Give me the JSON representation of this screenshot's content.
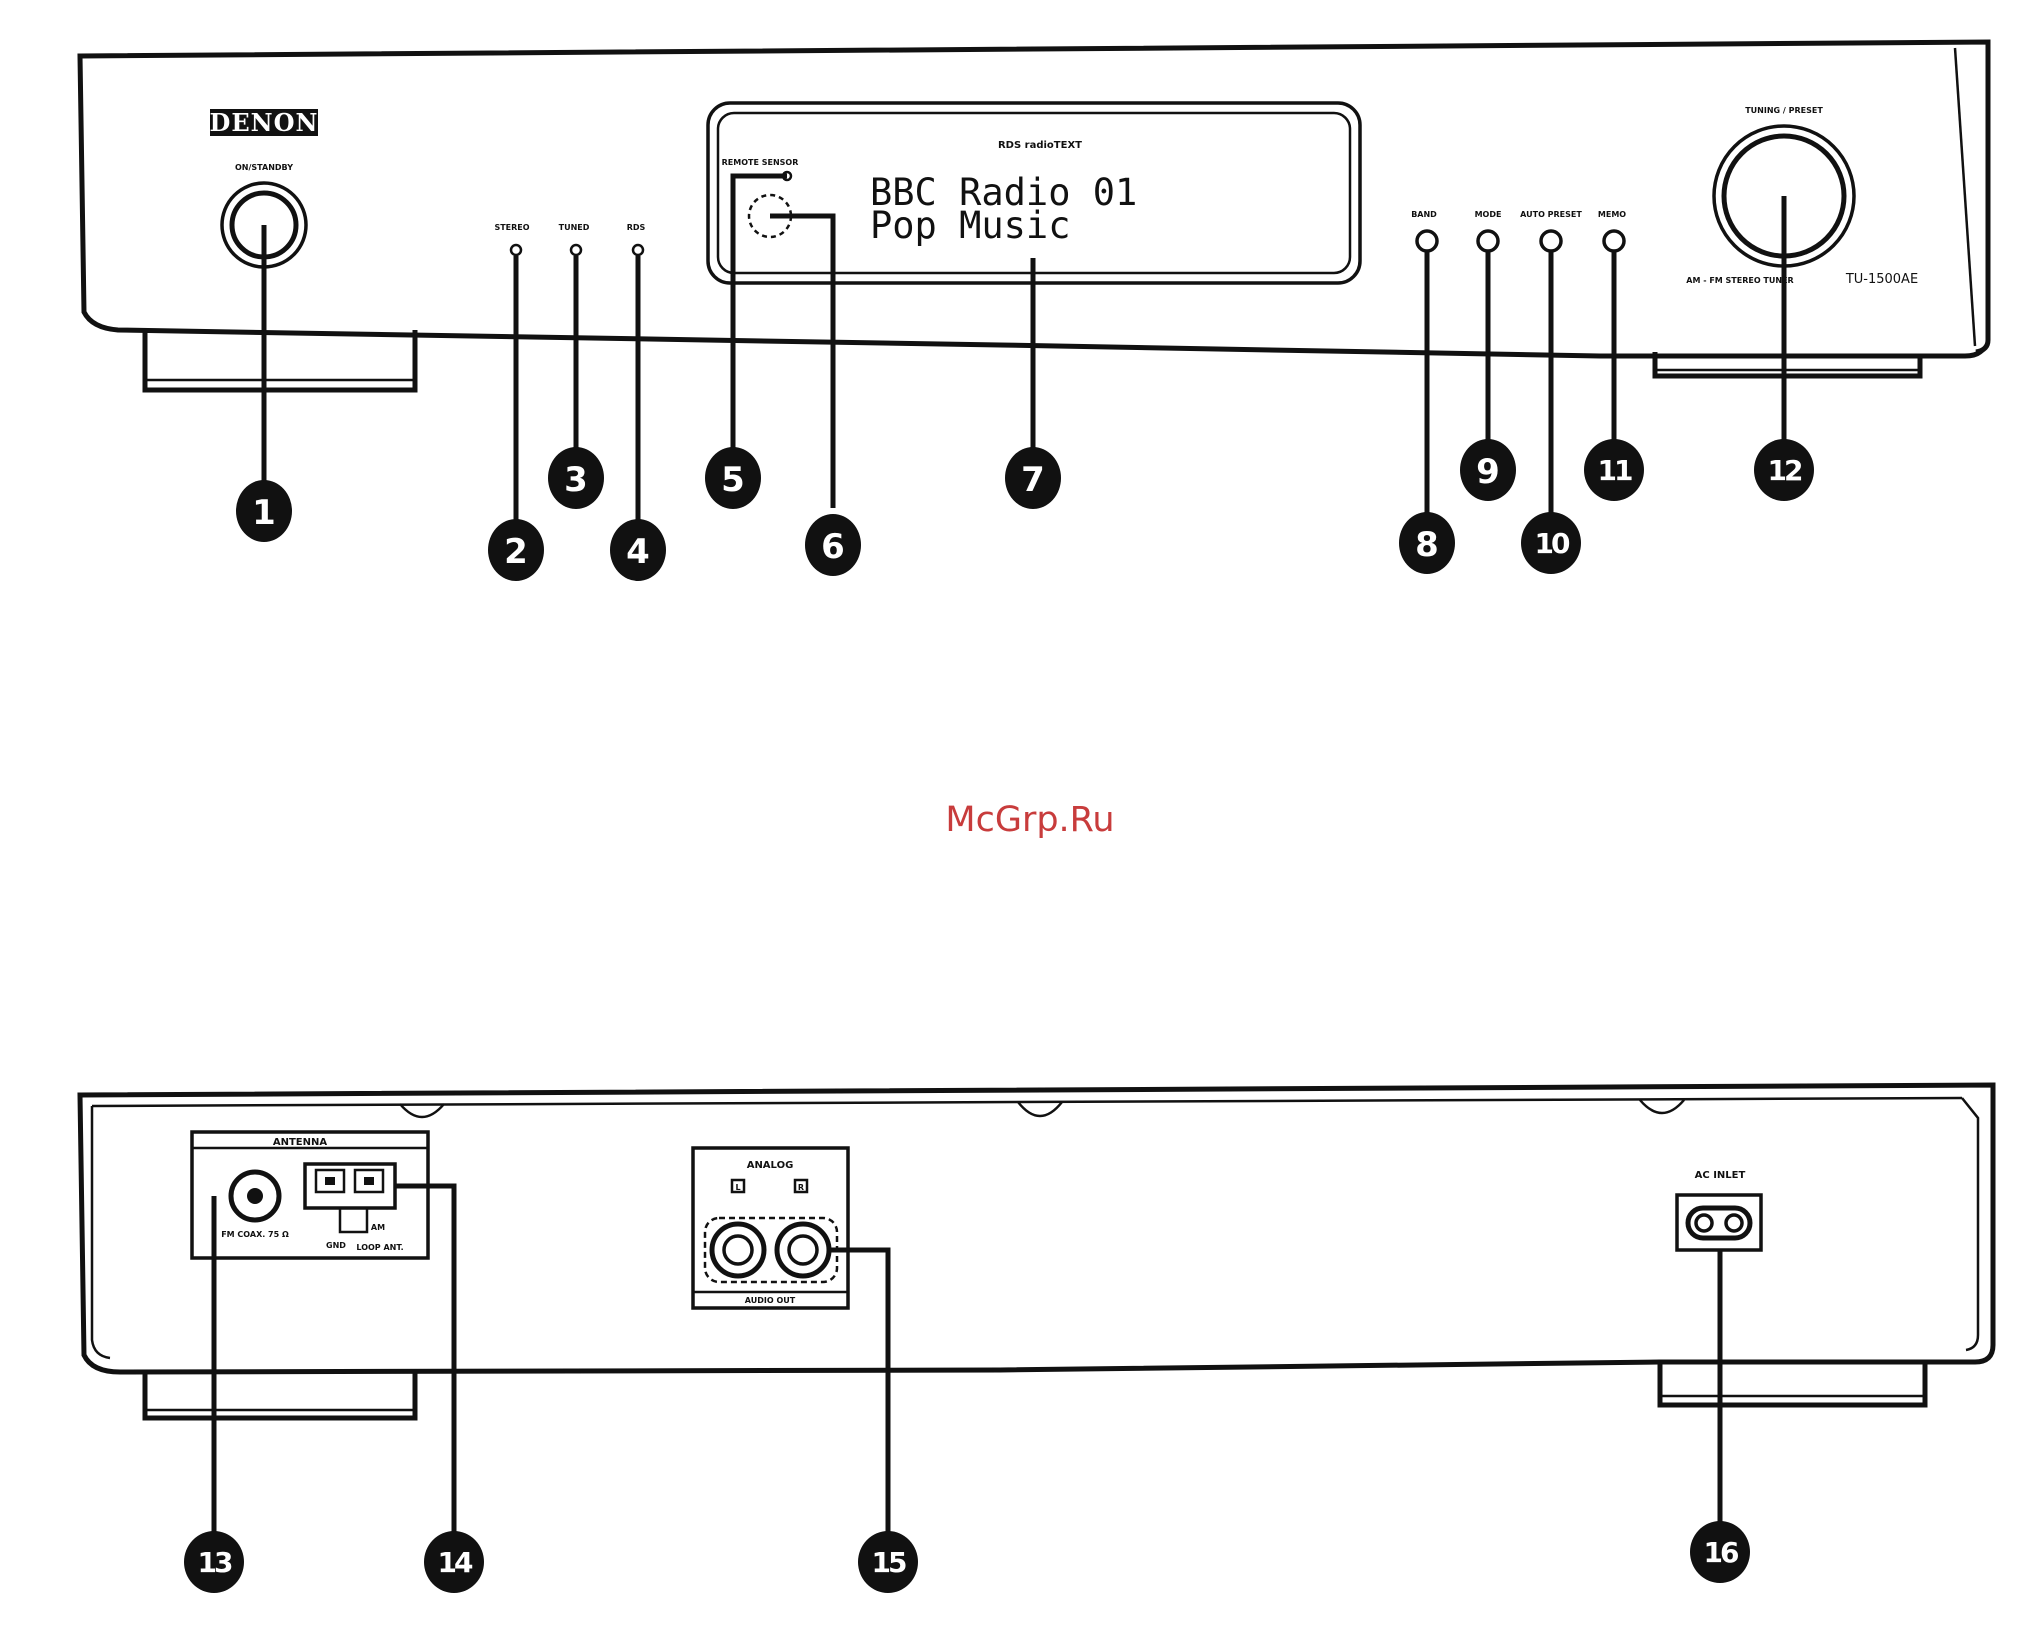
{
  "front_panel": {
    "brand": "DENON",
    "button_labels": {
      "power": "ON/STANDBY",
      "led_1": "STEREO",
      "led_2": "TUNED",
      "led_3": "RDS",
      "remote": "REMOTE SENSOR",
      "display_header": "RDS radioTEXT",
      "band": "BAND",
      "mode": "MODE",
      "auto_preset": "AUTO PRESET",
      "memo": "MEMO",
      "tuning": "TUNING / PRESET",
      "model_desc": "AM - FM STEREO TUNER"
    },
    "model_number": "TU-1500AE",
    "display": {
      "line1": "BBC Radio 01",
      "line2": "Pop Music"
    }
  },
  "rear_panel": {
    "antenna_label": "ANTENNA",
    "fm_label": "FM COAX. 75 Ω",
    "gnd_label": "GND",
    "am_label": "AM",
    "loop_label": "LOOP ANT.",
    "analog_label": "ANALOG",
    "left_label": "L",
    "right_label": "R",
    "audio_out_label": "AUDIO OUT",
    "ac_inlet_label": "AC INLET"
  },
  "callouts": [
    "1",
    "2",
    "3",
    "4",
    "5",
    "6",
    "7",
    "8",
    "9",
    "10",
    "11",
    "12",
    "13",
    "14",
    "15",
    "16"
  ],
  "watermark": "McGrp.Ru",
  "colors": {
    "ink": "#111111",
    "watermark": "#c83c3c",
    "background": "#ffffff"
  }
}
